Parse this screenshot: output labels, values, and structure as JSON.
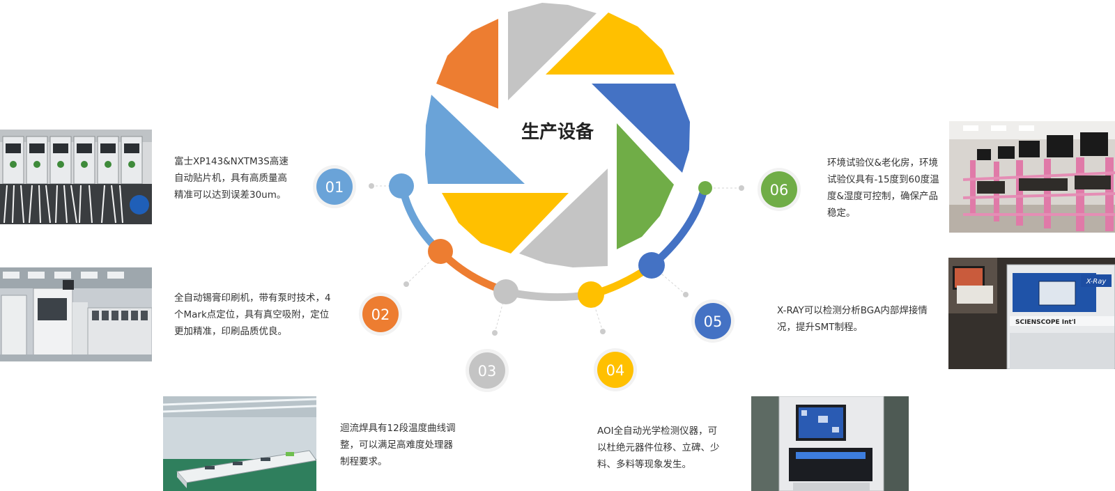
{
  "center_title": "生产设备",
  "colors": {
    "blue_light": "#6aa3d8",
    "orange": "#ed7d31",
    "gray": "#c4c4c4",
    "yellow": "#ffc000",
    "blue_dark": "#4472c4",
    "green": "#70ad47"
  },
  "items": [
    {
      "num": "01",
      "lines": [
        "富士XP143&NXTM3S高速",
        "自动贴片机，具有高质量高",
        "精准可以达到误差30um。"
      ]
    },
    {
      "num": "02",
      "lines": [
        "全自动锡膏印刷机，带有泵时技术，4",
        "个Mark点定位，具有真空吸附，定位",
        "更加精准，印刷品质优良。"
      ]
    },
    {
      "num": "03",
      "lines": [
        "迴流焊具有12段温度曲线调",
        "整，可以满足高难度处理器",
        "制程要求。"
      ]
    },
    {
      "num": "04",
      "lines": [
        "AOI全自动光学检测仪器，可",
        "以杜绝元器件位移、立碑、少",
        "料、多料等现象发生。"
      ]
    },
    {
      "num": "05",
      "lines": [
        "X-RAY可以检测分析BGA内部焊接情",
        "况，提升SMT制程。"
      ]
    },
    {
      "num": "06",
      "lines": [
        "环境试验仪&老化房，环境",
        "试验仪具有-15度到60度温",
        "度&湿度可控制，确保产品",
        "稳定。"
      ]
    }
  ],
  "photo_labels": {
    "xray_brand": "SCIENSCOPE Int'l",
    "xray_badge": "X-Ray"
  }
}
